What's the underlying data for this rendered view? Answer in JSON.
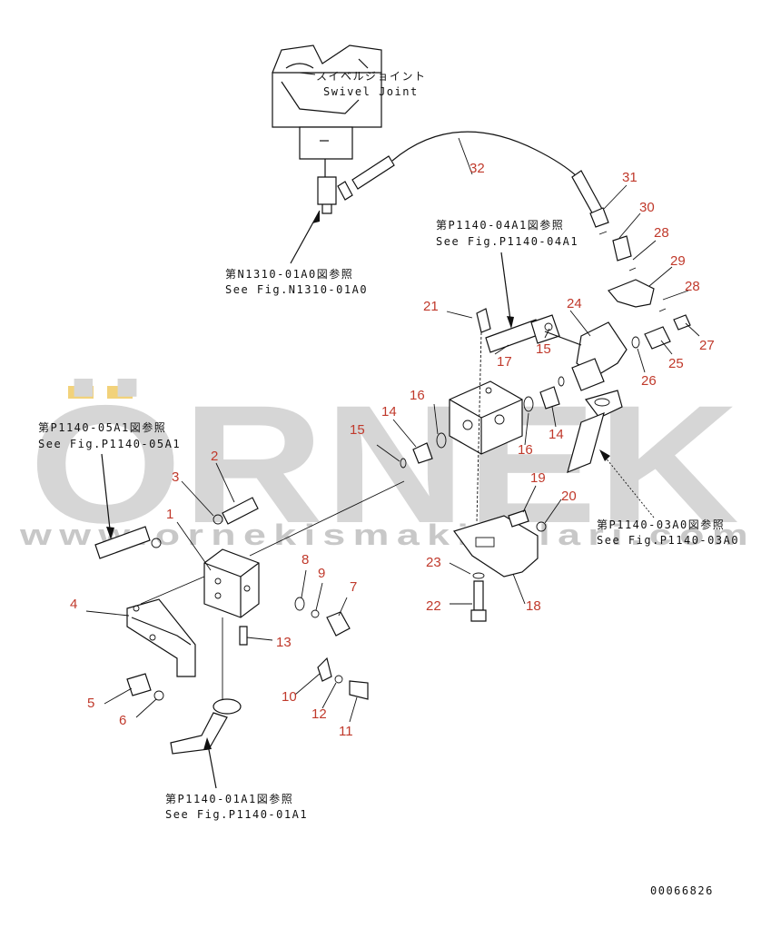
{
  "watermark": {
    "brand": "ÖRNEK",
    "url": "www.ornekismakinalari.com"
  },
  "swivel": {
    "label_jp": "スイベルジョイント",
    "label_en": "Swivel Joint"
  },
  "references": [
    {
      "id": "ref-n1310",
      "jp": "第N1310-01A0図参照",
      "en": "See Fig.N1310-01A0"
    },
    {
      "id": "ref-p1140-04",
      "jp": "第P1140-04A1図参照",
      "en": "See Fig.P1140-04A1"
    },
    {
      "id": "ref-p1140-05",
      "jp": "第P1140-05A1図参照",
      "en": "See Fig.P1140-05A1"
    },
    {
      "id": "ref-p1140-03",
      "jp": "第P1140-03A0図参照",
      "en": "See Fig.P1140-03A0"
    },
    {
      "id": "ref-p1140-01",
      "jp": "第P1140-01A1図参照",
      "en": "See Fig.P1140-01A1"
    }
  ],
  "part_numbers": [
    "1",
    "2",
    "3",
    "4",
    "5",
    "6",
    "7",
    "8",
    "9",
    "10",
    "11",
    "12",
    "13",
    "14",
    "14",
    "15",
    "15",
    "16",
    "16",
    "17",
    "18",
    "19",
    "20",
    "21",
    "22",
    "23",
    "24",
    "25",
    "26",
    "27",
    "28",
    "28",
    "29",
    "30",
    "31",
    "32"
  ],
  "drawing_number": "00066826"
}
